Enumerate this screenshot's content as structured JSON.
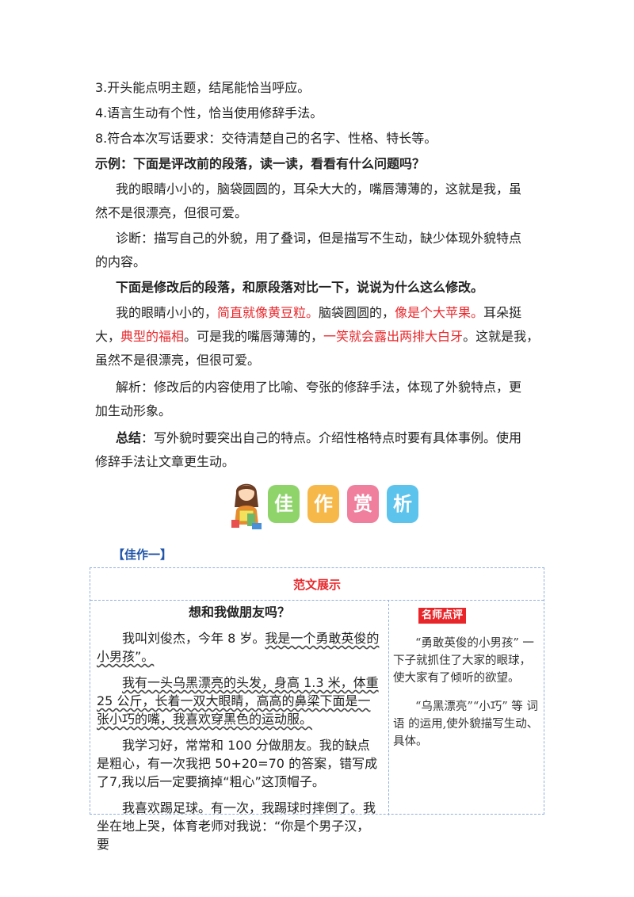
{
  "criteria": [
    "3.开头能点明主题，结尾能恰当呼应。",
    "4.语言生动有个性，恰当使用修辞手法。",
    "8.符合本次写话要求：交待清楚自己的名字、性格、特长等。"
  ],
  "example": {
    "heading": "示例：下面是评改前的段落，读一读，看看有什么问题吗？",
    "original_line1": "我的眼睛小小的，脑袋圆圆的，耳朵大大的，嘴唇薄薄的，这就是我，虽",
    "original_line2": "然不是很漂亮，但很可爱。",
    "diagnosis_line1": "诊断：描写自己的外貌，用了叠词，但是描写不生动，缺少体现外貌特点",
    "diagnosis_line2": "的内容。",
    "revised_heading": "下面是修改后的段落，和原段落对比一下，说说为什么这么修改。",
    "revised": {
      "a": "我的眼睛小小的，",
      "a_red": "简直就像黄豆粒。",
      "b": "脑袋圆圆的，",
      "b_red": "像是个大苹果。",
      "c": "耳朵挺",
      "d": "大，",
      "d_red": "典型的福相",
      "e": "。可是我的嘴唇薄薄的，",
      "e_red": "一笑就会露出两排大白牙",
      "f": "。这就是我，",
      "g": "虽然不是很漂亮，但很可爱。"
    },
    "analysis_line1": "解析：修改后的内容使用了比喻、夸张的修辞手法，体现了外貌特点，更",
    "analysis_line2": "加生动形象。",
    "summary_label": "总结",
    "summary_line1": "：写外貌时要突出自己的特点。介绍性格特点时要有具体事例。使用",
    "summary_line2": "修辞手法让文章更生动。"
  },
  "banner": {
    "tiles": [
      "佳",
      "作",
      "赏",
      "析"
    ],
    "icon": "girl-with-book-icon"
  },
  "section_label": "【佳作一】",
  "box": {
    "title": "范文展示",
    "essay_title": "想和我做朋友吗？",
    "p1": "我叫刘俊杰，今年 8 岁。",
    "p1_wavy": "我是一个勇敢英俊的小男孩”。",
    "p2_wavy": "我有一头乌黑漂亮的头发，身高 1.3 米，体重 25 公斤，长着一双大眼睛，高高的鼻梁下面是一张小巧的嘴，我喜欢穿黑色的运动服。",
    "p3": "我学习好，常常和 100 分做朋友。我的缺点是粗心，有一次我把 50+20=70 的答案，错写成了7,我以后一定要摘掉“粗心”这顶帽子。",
    "p4": "我喜欢踢足球。有一次，我踢球时摔倒了。我坐在地上哭，体育老师对我说：“你是个男子汉，要",
    "comment_badge": "名师点评",
    "comment1": "“勇敢英俊的小男孩” 一下子就抓住了大家的眼球，使大家有了倾听的欲望。",
    "comment2": "“乌黑漂亮”“小巧” 等 词语 的运用,使外貌描写生动、具体。"
  },
  "colors": {
    "red": "#e8262a",
    "blue_label": "#2155a8",
    "border": "#8fb0e0"
  }
}
